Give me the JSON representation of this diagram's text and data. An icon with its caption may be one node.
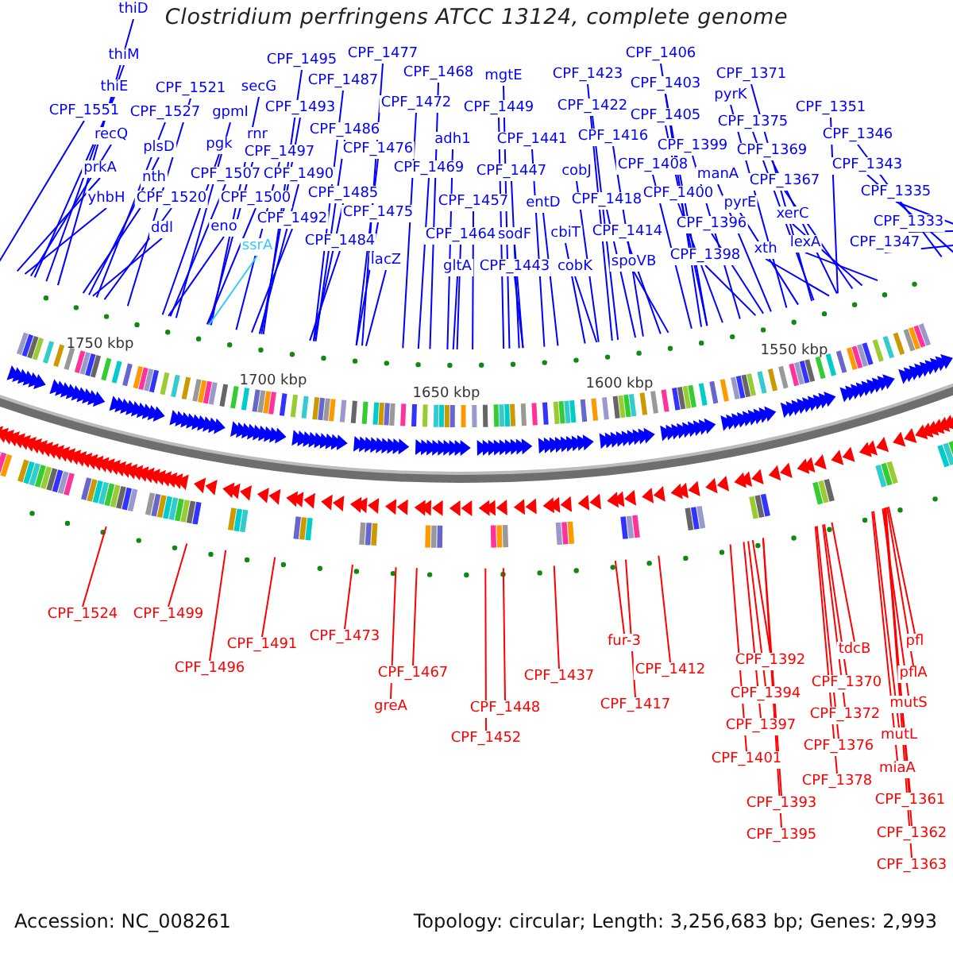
{
  "diagram": {
    "title": "Clostridium perfringens ATCC 13124, complete genome",
    "nodes": [
      {
        "text": [
          "thiD"
        ]
      },
      {
        "text": [
          "thiM"
        ]
      },
      {
        "text": [
          "thiE"
        ]
      },
      {
        "text": [
          "CPF_1551"
        ]
      },
      {
        "text": [
          "recQ"
        ]
      },
      {
        "text": [
          "prkA"
        ]
      },
      {
        "text": [
          "yhbH"
        ]
      },
      {
        "text": [
          "CPF_1521"
        ]
      },
      {
        "text": [
          "CPF_1527"
        ]
      },
      {
        "text": [
          "plsD"
        ]
      },
      {
        "text": [
          "nth"
        ]
      },
      {
        "text": [
          "CPF_1520"
        ]
      },
      {
        "text": [
          "ddl"
        ]
      },
      {
        "text": [
          "secG"
        ]
      },
      {
        "text": [
          "gpmI"
        ]
      },
      {
        "text": [
          "rnr"
        ]
      },
      {
        "text": [
          "pgk"
        ]
      },
      {
        "text": [
          "CPF_1507"
        ]
      },
      {
        "text": [
          "CPF_1497"
        ]
      },
      {
        "text": [
          "CPF_1500"
        ]
      },
      {
        "text": [
          "eno"
        ]
      },
      {
        "text": [
          "ssrA"
        ]
      },
      {
        "text": [
          "CPF_1495"
        ]
      },
      {
        "text": [
          "CPF_1493"
        ]
      },
      {
        "text": [
          "CPF_1490"
        ]
      },
      {
        "text": [
          "CPF_1492"
        ]
      },
      {
        "text": [
          "CPF_1487"
        ]
      },
      {
        "text": [
          "CPF_1486"
        ]
      },
      {
        "text": [
          "CPF_1485"
        ]
      },
      {
        "text": [
          "CPF_1484"
        ]
      },
      {
        "text": [
          "CPF_1477"
        ]
      },
      {
        "text": [
          "CPF_1476"
        ]
      },
      {
        "text": [
          "CPF_1475"
        ]
      },
      {
        "text": [
          "lacZ"
        ]
      },
      {
        "text": [
          "CPF_1472"
        ]
      },
      {
        "text": [
          "CPF_1468"
        ]
      },
      {
        "text": [
          "CPF_1469"
        ]
      },
      {
        "text": [
          "adh1"
        ]
      },
      {
        "text": [
          "CPF_1464"
        ]
      },
      {
        "text": [
          "gltA"
        ]
      },
      {
        "text": [
          "CPF_1457"
        ]
      },
      {
        "text": [
          "mgtE"
        ]
      },
      {
        "text": [
          "CPF_1449"
        ]
      },
      {
        "text": [
          "CPF_1441"
        ]
      },
      {
        "text": [
          "CPF_1447"
        ]
      },
      {
        "text": [
          "entD"
        ]
      },
      {
        "text": [
          "sodF"
        ]
      },
      {
        "text": [
          "CPF_1443"
        ]
      },
      {
        "text": [
          "CPF_1423"
        ]
      },
      {
        "text": [
          "CPF_1422"
        ]
      },
      {
        "text": [
          "CPF_1416"
        ]
      },
      {
        "text": [
          "cobJ"
        ]
      },
      {
        "text": [
          "CPF_1418"
        ]
      },
      {
        "text": [
          "cbiT"
        ]
      },
      {
        "text": [
          "CPF_1414"
        ]
      },
      {
        "text": [
          "cobK"
        ]
      },
      {
        "text": [
          "spoVB"
        ]
      },
      {
        "text": [
          "CPF_1406"
        ]
      },
      {
        "text": [
          "CPF_1403"
        ]
      },
      {
        "text": [
          "CPF_1405"
        ]
      },
      {
        "text": [
          "CPF_1399"
        ]
      },
      {
        "text": [
          "CPF_1408"
        ]
      },
      {
        "text": [
          "manA"
        ]
      },
      {
        "text": [
          "CPF_1400"
        ]
      },
      {
        "text": [
          "CPF_1396"
        ]
      },
      {
        "text": [
          "CPF_1398"
        ]
      },
      {
        "text": [
          "CPF_1371"
        ]
      },
      {
        "text": [
          "pyrK"
        ]
      },
      {
        "text": [
          "CPF_1375"
        ]
      },
      {
        "text": [
          "CPF_1369"
        ]
      },
      {
        "text": [
          "CPF_1367"
        ]
      },
      {
        "text": [
          "pyrE"
        ]
      },
      {
        "text": [
          "xerC"
        ]
      },
      {
        "text": [
          "xth"
        ]
      },
      {
        "text": [
          "lexA"
        ]
      },
      {
        "text": [
          "CPF_1351"
        ]
      },
      {
        "text": [
          "CPF_1346"
        ]
      },
      {
        "text": [
          "CPF_1343"
        ]
      },
      {
        "text": [
          "CPF_1335"
        ]
      },
      {
        "text": [
          "CPF_1333"
        ]
      },
      {
        "text": [
          "CPF_1347"
        ]
      },
      {
        "text": [
          "CPF_1524"
        ]
      },
      {
        "text": [
          "CPF_1499"
        ]
      },
      {
        "text": [
          "CPF_1496"
        ]
      },
      {
        "text": [
          "CPF_1491"
        ]
      },
      {
        "text": [
          "CPF_1473"
        ]
      },
      {
        "text": [
          "CPF_1467"
        ]
      },
      {
        "text": [
          "greA"
        ]
      },
      {
        "text": [
          "CPF_1452"
        ]
      },
      {
        "text": [
          "CPF_1448"
        ]
      },
      {
        "text": [
          "CPF_1437"
        ]
      },
      {
        "text": [
          "fur-3"
        ]
      },
      {
        "text": [
          "CPF_1412"
        ]
      },
      {
        "text": [
          "CPF_1417"
        ]
      },
      {
        "text": [
          "CPF_1392"
        ]
      },
      {
        "text": [
          "CPF_1394"
        ]
      },
      {
        "text": [
          "CPF_1397"
        ]
      },
      {
        "text": [
          "CPF_1401"
        ]
      },
      {
        "text": [
          "CPF_1393"
        ]
      },
      {
        "text": [
          "CPF_1395"
        ]
      },
      {
        "text": [
          "tdcB"
        ]
      },
      {
        "text": [
          "CPF_1370"
        ]
      },
      {
        "text": [
          "CPF_1372"
        ]
      },
      {
        "text": [
          "CPF_1376"
        ]
      },
      {
        "text": [
          "CPF_1378"
        ]
      },
      {
        "text": [
          "pfl"
        ]
      },
      {
        "text": [
          "pflA"
        ]
      },
      {
        "text": [
          "mutS"
        ]
      },
      {
        "text": [
          "mutL"
        ]
      },
      {
        "text": [
          "miaA"
        ]
      },
      {
        "text": [
          "CPF_1361"
        ]
      },
      {
        "text": [
          "CPF_1362"
        ]
      },
      {
        "text": [
          "CPF_1363"
        ]
      }
    ],
    "edges": [
      {
        "from": 0,
        "to": null,
        "arrow": "none"
      },
      {
        "from": 1,
        "to": null,
        "arrow": "none"
      },
      {
        "from": 2,
        "to": null,
        "arrow": "none"
      },
      {
        "from": 3,
        "to": null,
        "arrow": "none"
      },
      {
        "from": 4,
        "to": null,
        "arrow": "none"
      },
      {
        "from": 5,
        "to": null,
        "arrow": "none"
      },
      {
        "from": 6,
        "to": null,
        "arrow": "none"
      },
      {
        "from": 7,
        "to": null,
        "arrow": "none"
      },
      {
        "from": 8,
        "to": null,
        "arrow": "none"
      },
      {
        "from": 9,
        "to": null,
        "arrow": "none"
      },
      {
        "from": 10,
        "to": null,
        "arrow": "none"
      },
      {
        "from": 11,
        "to": null,
        "arrow": "none"
      },
      {
        "from": 12,
        "to": null,
        "arrow": "none"
      },
      {
        "from": 13,
        "to": null,
        "arrow": "none"
      },
      {
        "from": 14,
        "to": null,
        "arrow": "none"
      },
      {
        "from": 15,
        "to": null,
        "arrow": "none"
      },
      {
        "from": 16,
        "to": null,
        "arrow": "none"
      },
      {
        "from": 17,
        "to": null,
        "arrow": "none"
      },
      {
        "from": 18,
        "to": null,
        "arrow": "none"
      },
      {
        "from": 19,
        "to": null,
        "arrow": "none"
      },
      {
        "from": 20,
        "to": null,
        "arrow": "none"
      },
      {
        "from": 21,
        "to": null,
        "arrow": "none",
        "color": "#33ccff"
      },
      {
        "from": 22,
        "to": null,
        "arrow": "none"
      },
      {
        "from": 23,
        "to": null,
        "arrow": "none"
      },
      {
        "from": 24,
        "to": null,
        "arrow": "none"
      },
      {
        "from": 25,
        "to": null,
        "arrow": "none"
      },
      {
        "from": 26,
        "to": null,
        "arrow": "none"
      },
      {
        "from": 27,
        "to": null,
        "arrow": "none"
      },
      {
        "from": 28,
        "to": null,
        "arrow": "none"
      },
      {
        "from": 29,
        "to": null,
        "arrow": "none"
      },
      {
        "from": 30,
        "to": null,
        "arrow": "none"
      },
      {
        "from": 31,
        "to": null,
        "arrow": "none"
      },
      {
        "from": 32,
        "to": null,
        "arrow": "none"
      },
      {
        "from": 33,
        "to": null,
        "arrow": "none"
      },
      {
        "from": 34,
        "to": null,
        "arrow": "none"
      },
      {
        "from": 35,
        "to": null,
        "arrow": "none"
      },
      {
        "from": 36,
        "to": null,
        "arrow": "none"
      },
      {
        "from": 37,
        "to": null,
        "arrow": "none"
      },
      {
        "from": 38,
        "to": null,
        "arrow": "none"
      },
      {
        "from": 39,
        "to": null,
        "arrow": "none"
      },
      {
        "from": 40,
        "to": null,
        "arrow": "none"
      },
      {
        "from": 41,
        "to": null,
        "arrow": "none"
      },
      {
        "from": 42,
        "to": null,
        "arrow": "none"
      },
      {
        "from": 43,
        "to": null,
        "arrow": "none"
      },
      {
        "from": 44,
        "to": null,
        "arrow": "none"
      },
      {
        "from": 45,
        "to": null,
        "arrow": "none"
      },
      {
        "from": 46,
        "to": null,
        "arrow": "none"
      },
      {
        "from": 47,
        "to": null,
        "arrow": "none"
      },
      {
        "from": 48,
        "to": null,
        "arrow": "none"
      },
      {
        "from": 49,
        "to": null,
        "arrow": "none"
      },
      {
        "from": 50,
        "to": null,
        "arrow": "none"
      },
      {
        "from": 51,
        "to": null,
        "arrow": "none"
      },
      {
        "from": 52,
        "to": null,
        "arrow": "none"
      },
      {
        "from": 53,
        "to": null,
        "arrow": "none"
      },
      {
        "from": 54,
        "to": null,
        "arrow": "none"
      },
      {
        "from": 55,
        "to": null,
        "arrow": "none"
      },
      {
        "from": 56,
        "to": null,
        "arrow": "none"
      },
      {
        "from": 57,
        "to": null,
        "arrow": "none"
      },
      {
        "from": 58,
        "to": null,
        "arrow": "none"
      },
      {
        "from": 59,
        "to": null,
        "arrow": "none"
      },
      {
        "from": 60,
        "to": null,
        "arrow": "none"
      },
      {
        "from": 61,
        "to": null,
        "arrow": "none"
      },
      {
        "from": 62,
        "to": null,
        "arrow": "none"
      },
      {
        "from": 63,
        "to": null,
        "arrow": "none"
      },
      {
        "from": 64,
        "to": null,
        "arrow": "none"
      },
      {
        "from": 65,
        "to": null,
        "arrow": "none"
      },
      {
        "from": 66,
        "to": null,
        "arrow": "none"
      },
      {
        "from": 67,
        "to": null,
        "arrow": "none"
      },
      {
        "from": 68,
        "to": null,
        "arrow": "none"
      },
      {
        "from": 69,
        "to": null,
        "arrow": "none"
      },
      {
        "from": 70,
        "to": null,
        "arrow": "none"
      },
      {
        "from": 71,
        "to": null,
        "arrow": "none"
      },
      {
        "from": 72,
        "to": null,
        "arrow": "none"
      },
      {
        "from": 73,
        "to": null,
        "arrow": "none"
      },
      {
        "from": 74,
        "to": null,
        "arrow": "none"
      },
      {
        "from": 75,
        "to": null,
        "arrow": "none"
      },
      {
        "from": 76,
        "to": null,
        "arrow": "none"
      },
      {
        "from": 77,
        "to": null,
        "arrow": "none"
      },
      {
        "from": 78,
        "to": null,
        "arrow": "none"
      },
      {
        "from": 79,
        "to": null,
        "arrow": "none"
      },
      {
        "from": 80,
        "to": null,
        "arrow": "none"
      },
      {
        "from": 81,
        "to": null,
        "arrow": "none",
        "color": "#ff0000"
      },
      {
        "from": 82,
        "to": null,
        "arrow": "none",
        "color": "#ff0000"
      },
      {
        "from": 83,
        "to": null,
        "arrow": "none",
        "color": "#ff0000"
      },
      {
        "from": 84,
        "to": null,
        "arrow": "none",
        "color": "#ff0000"
      },
      {
        "from": 85,
        "to": null,
        "arrow": "none",
        "color": "#ff0000"
      },
      {
        "from": 86,
        "to": null,
        "arrow": "none",
        "color": "#ff0000"
      },
      {
        "from": 87,
        "to": null,
        "arrow": "none",
        "color": "#ff0000"
      },
      {
        "from": 88,
        "to": null,
        "arrow": "none",
        "color": "#ff0000"
      },
      {
        "from": 89,
        "to": null,
        "arrow": "none",
        "color": "#ff0000"
      },
      {
        "from": 90,
        "to": null,
        "arrow": "none",
        "color": "#ff0000"
      },
      {
        "from": 91,
        "to": null,
        "arrow": "none",
        "color": "#ff0000"
      },
      {
        "from": 92,
        "to": null,
        "arrow": "none",
        "color": "#ff0000"
      },
      {
        "from": 93,
        "to": null,
        "arrow": "none",
        "color": "#ff0000"
      },
      {
        "from": 94,
        "to": null,
        "arrow": "none",
        "color": "#ff0000"
      },
      {
        "from": 95,
        "to": null,
        "arrow": "none",
        "color": "#ff0000"
      },
      {
        "from": 96,
        "to": null,
        "arrow": "none",
        "color": "#ff0000"
      },
      {
        "from": 97,
        "to": null,
        "arrow": "none",
        "color": "#ff0000"
      },
      {
        "from": 98,
        "to": null,
        "arrow": "none",
        "color": "#ff0000"
      },
      {
        "from": 99,
        "to": null,
        "arrow": "none",
        "color": "#ff0000"
      },
      {
        "from": 100,
        "to": null,
        "arrow": "none",
        "color": "#ff0000"
      },
      {
        "from": 101,
        "to": null,
        "arrow": "none",
        "color": "#ff0000"
      },
      {
        "from": 102,
        "to": null,
        "arrow": "none",
        "color": "#ff0000"
      },
      {
        "from": 103,
        "to": null,
        "arrow": "none",
        "color": "#ff0000"
      },
      {
        "from": 104,
        "to": null,
        "arrow": "none",
        "color": "#ff0000"
      },
      {
        "from": 105,
        "to": null,
        "arrow": "none",
        "color": "#ff0000"
      },
      {
        "from": 106,
        "to": null,
        "arrow": "none",
        "color": "#ff0000"
      },
      {
        "from": 107,
        "to": null,
        "arrow": "none",
        "color": "#ff0000"
      },
      {
        "from": 108,
        "to": null,
        "arrow": "none",
        "color": "#ff0000"
      },
      {
        "from": 109,
        "to": null,
        "arrow": "none",
        "color": "#ff0000"
      },
      {
        "from": 110,
        "to": null,
        "arrow": "none",
        "color": "#ff0000"
      },
      {
        "from": 111,
        "to": null,
        "arrow": "none",
        "color": "#ff0000"
      },
      {
        "from": 112,
        "to": null,
        "arrow": "none",
        "color": "#ff0000"
      }
    ],
    "labels": [
      "1750 kbp",
      "1700 kbp",
      "1650 kbp",
      "1600 kbp",
      "1550 kbp",
      "Accession: NC_008261",
      "Topology: circular; Length: 3,256,683 bp; Genes: 2,993"
    ]
  }
}
